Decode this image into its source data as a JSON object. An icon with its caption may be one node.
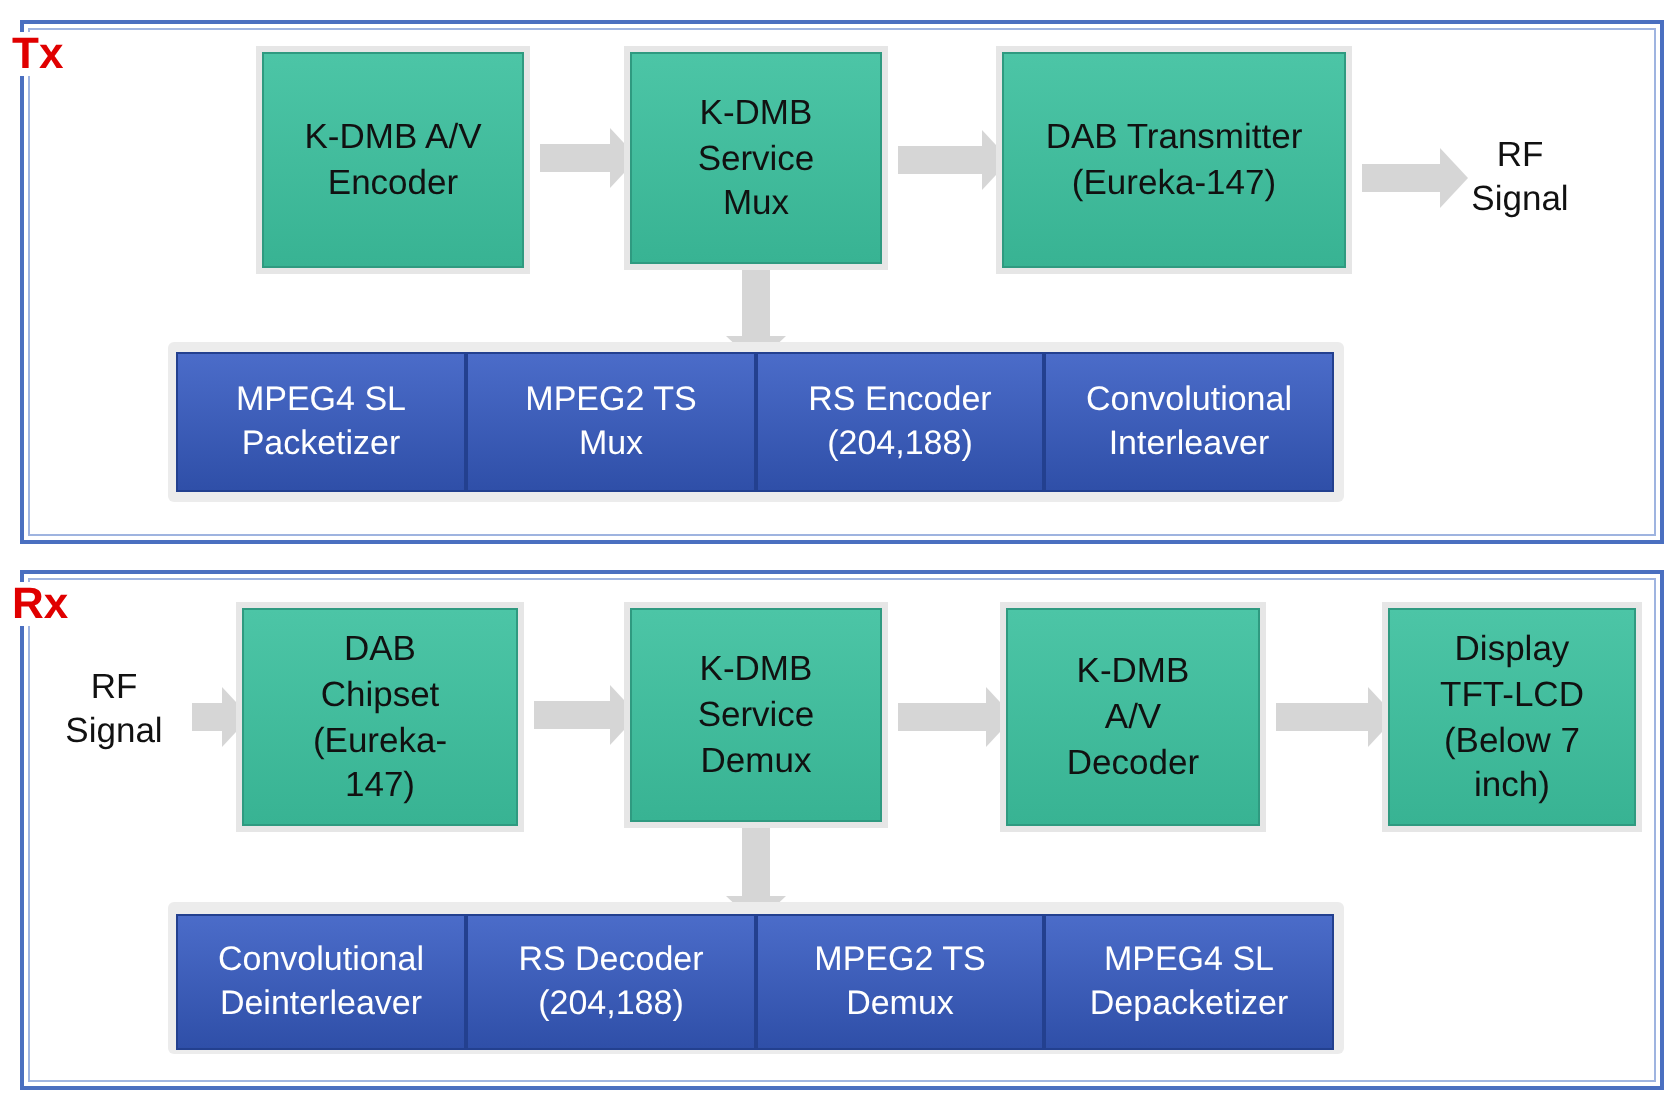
{
  "diagram": {
    "nodes": [
      {
        "text": [
          "Tx"
        ]
      },
      {
        "text": [
          "K-DMB A/V Encoder"
        ],
        "in": 0
      },
      {
        "text": [
          "K-DMB Service Mux"
        ],
        "in": 0
      },
      {
        "text": [
          "DAB Transmitter (Eureka-147)"
        ],
        "in": 0
      },
      {
        "text": [
          "RF Signal"
        ],
        "in": 0
      },
      {
        "text": [],
        "shape": "box",
        "in": 0
      },
      {
        "text": [
          "MPEG4 SL Packetizer"
        ],
        "in": 5
      },
      {
        "text": [
          "MPEG2 TS Mux"
        ],
        "in": 5
      },
      {
        "text": [
          "RS Encoder (204,188)"
        ],
        "in": 5
      },
      {
        "text": [
          "Convolutional Interleaver"
        ],
        "in": 5
      },
      {
        "text": [
          "Rx"
        ]
      },
      {
        "text": [
          "RF Signal"
        ],
        "in": 10
      },
      {
        "text": [
          "DAB Chipset (Eureka-147)"
        ],
        "in": 10
      },
      {
        "text": [
          "K-DMB Service Demux"
        ],
        "in": 10
      },
      {
        "text": [
          "K-DMB A/V Decoder"
        ],
        "in": 10
      },
      {
        "text": [
          "Display TFT-LCD (Below 7 inch)"
        ],
        "in": 10
      },
      {
        "text": [],
        "shape": "box",
        "in": 10
      },
      {
        "text": [
          "Convolutional Deinterleaver"
        ],
        "in": 16
      },
      {
        "text": [
          "RS Decoder (204,188)"
        ],
        "in": 16
      },
      {
        "text": [
          "MPEG2 TS Demux"
        ],
        "in": 16
      },
      {
        "text": [
          "MPEG4 SL Depacketizer"
        ],
        "in": 16
      }
    ],
    "edges": [
      {
        "from": 1,
        "to": 2,
        "arrow": "to"
      },
      {
        "from": 2,
        "to": 3,
        "arrow": "to"
      },
      {
        "from": 3,
        "to": 4,
        "arrow": "to"
      },
      {
        "from": 2,
        "to": 5,
        "arrow": "to"
      },
      {
        "from": 11,
        "to": 12,
        "arrow": "to"
      },
      {
        "from": 12,
        "to": 13,
        "arrow": "to"
      },
      {
        "from": 13,
        "to": 14,
        "arrow": "to"
      },
      {
        "from": 14,
        "to": 15,
        "arrow": "to"
      },
      {
        "from": 13,
        "to": 16,
        "arrow": "to"
      }
    ]
  }
}
